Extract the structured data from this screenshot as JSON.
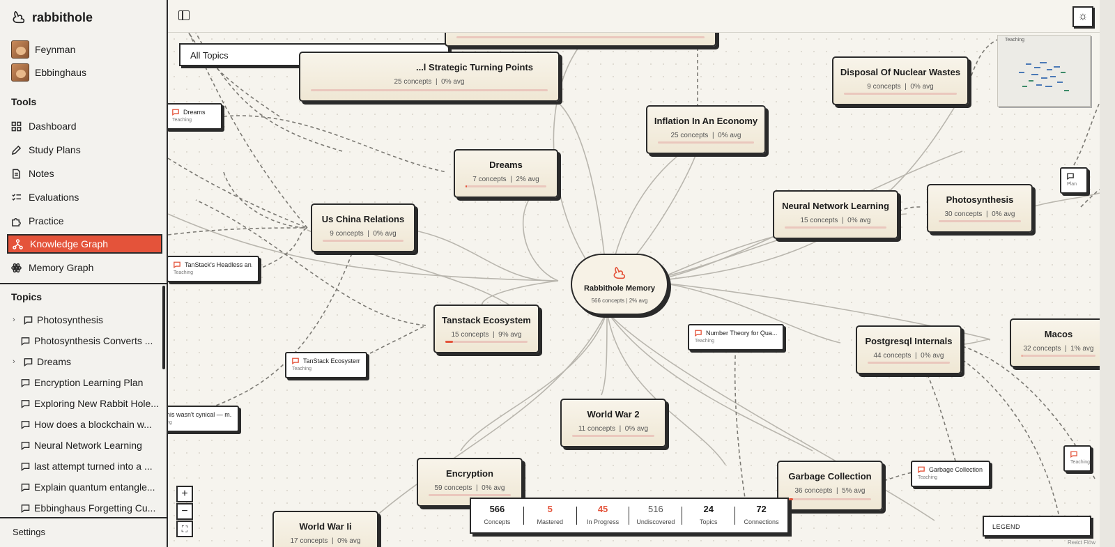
{
  "app": {
    "name": "rabbithole"
  },
  "users": [
    {
      "name": "Feynman"
    },
    {
      "name": "Ebbinghaus"
    }
  ],
  "tools": {
    "title": "Tools",
    "items": [
      {
        "label": "Dashboard",
        "icon": "dashboard-icon"
      },
      {
        "label": "Study Plans",
        "icon": "pencil-icon"
      },
      {
        "label": "Notes",
        "icon": "document-icon"
      },
      {
        "label": "Evaluations",
        "icon": "checklist-icon"
      },
      {
        "label": "Practice",
        "icon": "puzzle-icon"
      },
      {
        "label": "Knowledge Graph",
        "icon": "graph-icon",
        "active": true
      },
      {
        "label": "Memory Graph",
        "icon": "atom-icon"
      }
    ]
  },
  "topics": {
    "title": "Topics",
    "items": [
      {
        "label": "Photosynthesis",
        "expandable": true
      },
      {
        "label": "Photosynthesis Converts ...",
        "expandable": false
      },
      {
        "label": "Dreams",
        "expandable": true
      },
      {
        "label": "Encryption Learning Plan",
        "expandable": false
      },
      {
        "label": "Exploring New Rabbit Hole...",
        "expandable": false
      },
      {
        "label": "How does a blockchain w...",
        "expandable": false
      },
      {
        "label": "Neural Network Learning",
        "expandable": false
      },
      {
        "label": "last attempt turned into a ...",
        "expandable": false
      },
      {
        "label": "Explain quantum entangle...",
        "expandable": false
      },
      {
        "label": "Ebbinghaus Forgetting Cu...",
        "expandable": false
      }
    ]
  },
  "settings": {
    "label": "Settings"
  },
  "filter": {
    "value": "All Topics"
  },
  "graph": {
    "center": {
      "title": "Rabbithole Memory",
      "meta": "566 concepts | 2% avg"
    },
    "nodes": [
      {
        "title": "...l Strategic Turning Points",
        "concepts": "25 concepts",
        "avg": "0% avg",
        "progress": 0
      },
      {
        "title": "Disposal Of Nuclear Wastes",
        "concepts": "9 concepts",
        "avg": "0% avg",
        "progress": 0
      },
      {
        "title": "Inflation In An Economy",
        "concepts": "25 concepts",
        "avg": "0% avg",
        "progress": 0
      },
      {
        "title": "Dreams",
        "concepts": "7 concepts",
        "avg": "2% avg",
        "progress": 2
      },
      {
        "title": "Us China Relations",
        "concepts": "9 concepts",
        "avg": "0% avg",
        "progress": 0
      },
      {
        "title": "Neural Network Learning",
        "concepts": "15 concepts",
        "avg": "0% avg",
        "progress": 0
      },
      {
        "title": "Photosynthesis",
        "concepts": "30 concepts",
        "avg": "0% avg",
        "progress": 0
      },
      {
        "title": "Tanstack Ecosystem",
        "concepts": "15 concepts",
        "avg": "9% avg",
        "progress": 9
      },
      {
        "title": "Postgresql Internals",
        "concepts": "44 concepts",
        "avg": "0% avg",
        "progress": 0
      },
      {
        "title": "Macos",
        "concepts": "32 concepts",
        "avg": "1% avg",
        "progress": 1
      },
      {
        "title": "World War 2",
        "concepts": "11 concepts",
        "avg": "0% avg",
        "progress": 0
      },
      {
        "title": "Encryption",
        "concepts": "59 concepts",
        "avg": "0% avg",
        "progress": 0
      },
      {
        "title": "Garbage Collection",
        "concepts": "36 concepts",
        "avg": "5% avg",
        "progress": 5
      },
      {
        "title": "World War Ii",
        "concepts": "17 concepts",
        "avg": "0% avg",
        "progress": 0
      }
    ],
    "notes": [
      {
        "title": "Dreams",
        "sub": "Teaching"
      },
      {
        "title": "TanStack's Headless an...",
        "sub": "Teaching"
      },
      {
        "title": "TanStack Ecosystem",
        "sub": "Teaching"
      },
      {
        "title": "Number Theory for Qua...",
        "sub": "Teaching"
      },
      {
        "title": "his wasn't cynical — m...",
        "sub": "ng"
      },
      {
        "title": "Garbage Collection",
        "sub": "Teaching"
      },
      {
        "title": "",
        "sub": "Plan"
      },
      {
        "title": "",
        "sub": "Teaching"
      }
    ]
  },
  "stats": [
    {
      "value": "566",
      "label": "Concepts",
      "color": "#1c1c1c"
    },
    {
      "value": "5",
      "label": "Mastered",
      "color": "#e4533a"
    },
    {
      "value": "45",
      "label": "In Progress",
      "color": "#e4533a"
    },
    {
      "value": "516",
      "label": "Undiscovered",
      "color": "#555555"
    },
    {
      "value": "24",
      "label": "Topics",
      "color": "#1c1c1c"
    },
    {
      "value": "72",
      "label": "Connections",
      "color": "#1c1c1c"
    }
  ],
  "legend": {
    "label": "LEGEND"
  },
  "minimap": {
    "label": "Teaching"
  },
  "attribution": "React Flow",
  "colors": {
    "accent": "#e4533a",
    "border": "#2a2a2a",
    "canvas": "#f6f4ee"
  }
}
